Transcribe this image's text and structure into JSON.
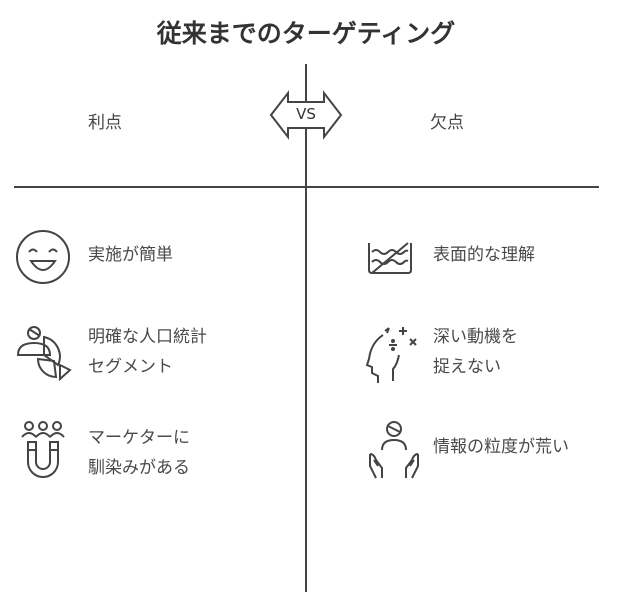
{
  "title": "従来までのターゲティング",
  "vs_label": "VS",
  "pros": {
    "heading": "利点",
    "items": [
      {
        "icon": "smiley-icon",
        "text": "実施が簡単"
      },
      {
        "icon": "person-pie-chart-icon",
        "text": "明確な人口統計\nセグメント"
      },
      {
        "icon": "people-magnet-icon",
        "text": "マーケターに\n馴染みがある"
      }
    ]
  },
  "cons": {
    "heading": "欠点",
    "items": [
      {
        "icon": "water-surface-icon",
        "text": "表面的な理解"
      },
      {
        "icon": "head-thinking-icon",
        "text": "深い動機を\n捉えない"
      },
      {
        "icon": "person-hands-icon",
        "text": "情報の粒度が荒い"
      }
    ]
  }
}
